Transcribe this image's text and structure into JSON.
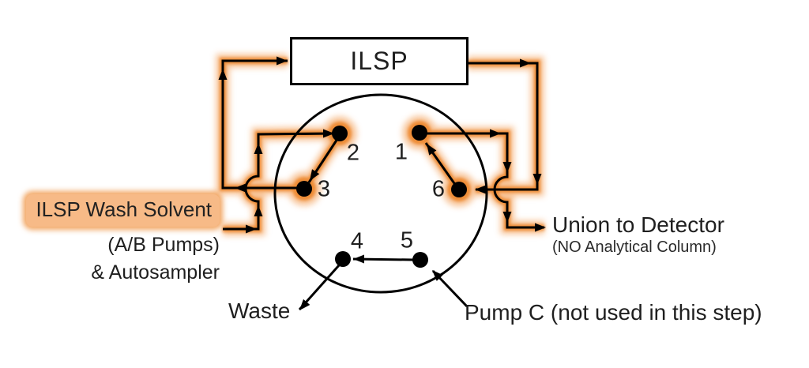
{
  "ilsp_box": {
    "label": "ILSP"
  },
  "valve": {
    "ports": {
      "p1": "1",
      "p2": "2",
      "p3": "3",
      "p4": "4",
      "p5": "5",
      "p6": "6"
    },
    "internal_connections": [
      {
        "from": "2",
        "to": "3",
        "highlighted": true
      },
      {
        "from": "6",
        "to": "1",
        "highlighted": true
      },
      {
        "from": "5",
        "to": "4",
        "highlighted": false
      }
    ],
    "external_routes": [
      {
        "from": "ILSP Wash Solvent (A/B Pumps) & Autosampler",
        "to": "port 2",
        "highlighted": true
      },
      {
        "from": "port 3",
        "to": "ILSP",
        "highlighted": true
      },
      {
        "from": "ILSP",
        "to": "port 6",
        "highlighted": true
      },
      {
        "from": "port 1",
        "to": "Union to Detector",
        "highlighted": true
      },
      {
        "from": "port 4",
        "to": "Waste",
        "highlighted": false
      },
      {
        "from": "Pump C",
        "to": "port 5",
        "highlighted": false
      }
    ]
  },
  "labels": {
    "wash_line1": "ILSP Wash Solvent",
    "wash_line2": "(A/B Pumps)",
    "wash_line3": "& Autosampler",
    "union_line1": "Union to Detector",
    "union_line2": "(NO Analytical Column)",
    "waste": "Waste",
    "pump_c": "Pump C (not used in this step)"
  },
  "colors": {
    "line": "#000000",
    "flow_glow_core": "#EE8A30",
    "flow_glow_soft": "#F7BD8C",
    "highlight_bg": "#F7BA87",
    "text": "#1F1F1F"
  }
}
